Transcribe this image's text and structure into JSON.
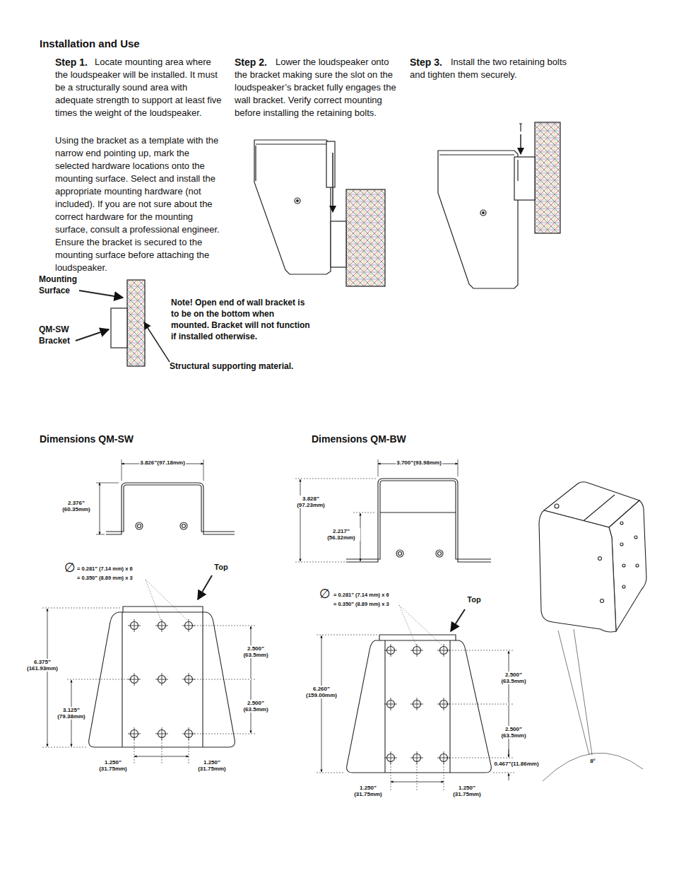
{
  "diagram": {
    "title": "Installation and Use",
    "labels": [
      "Step 1.",
      "Locate mounting area where the loudspeaker will be installed. It must be a structurally sound area with adequate strength to support at least five times the weight of the loudspeaker.",
      "Using the bracket as a template with the narrow end pointing up, mark the selected hardware locations onto the mounting surface. Select and install the appropriate mounting hardware (not included). If you are not sure about the correct hardware for the mounting surface, consult a professional engineer. Ensure the bracket is secured to the mounting surface before attaching the loudspeaker.",
      "Step 2.",
      "Lower the loudspeaker onto the bracket making sure the slot on the loudspeaker’s bracket fully engages the wall bracket. Verify correct mounting before installing the retaining bolts.",
      "Step 3.",
      "Install the two retaining bolts and tighten them securely.",
      "Mounting Surface",
      "QM-SW Bracket",
      "Note! Open end of wall bracket is to be on the bottom when mounted. Bracket will not function if installed otherwise.",
      "Structural supporting material.",
      "Dimensions QM-SW",
      "Dimensions QM-BW",
      "3.826”(97.18mm)",
      "2.376” (60.35mm)",
      "∅",
      "= 0.281” (7.14 mm) x 6",
      "= 0.350” (8.89 mm) x 3",
      "Top",
      "6.375” (161.93mm)",
      "3.125” (79.38mm)",
      "2.500” (63.5mm)",
      "2.500” (63.5mm)",
      "1.250” (31.75mm)",
      "1.250” (31.75mm)",
      "3.700”(93.98mm)",
      "3.828” (97.23mm)",
      "2.217” (56.32mm)",
      "∅",
      "= 0.281” (7.14 mm) x 6",
      "= 0.350” (8.89 mm) x 3",
      "Top",
      "6.260” (159.00mm)",
      "2.500” (63.5mm)",
      "2.500” (63.5mm)",
      "0.467”(11.86mm)",
      "1.250” (31.75mm)",
      "1.250” (31.75mm)",
      "8°"
    ]
  }
}
